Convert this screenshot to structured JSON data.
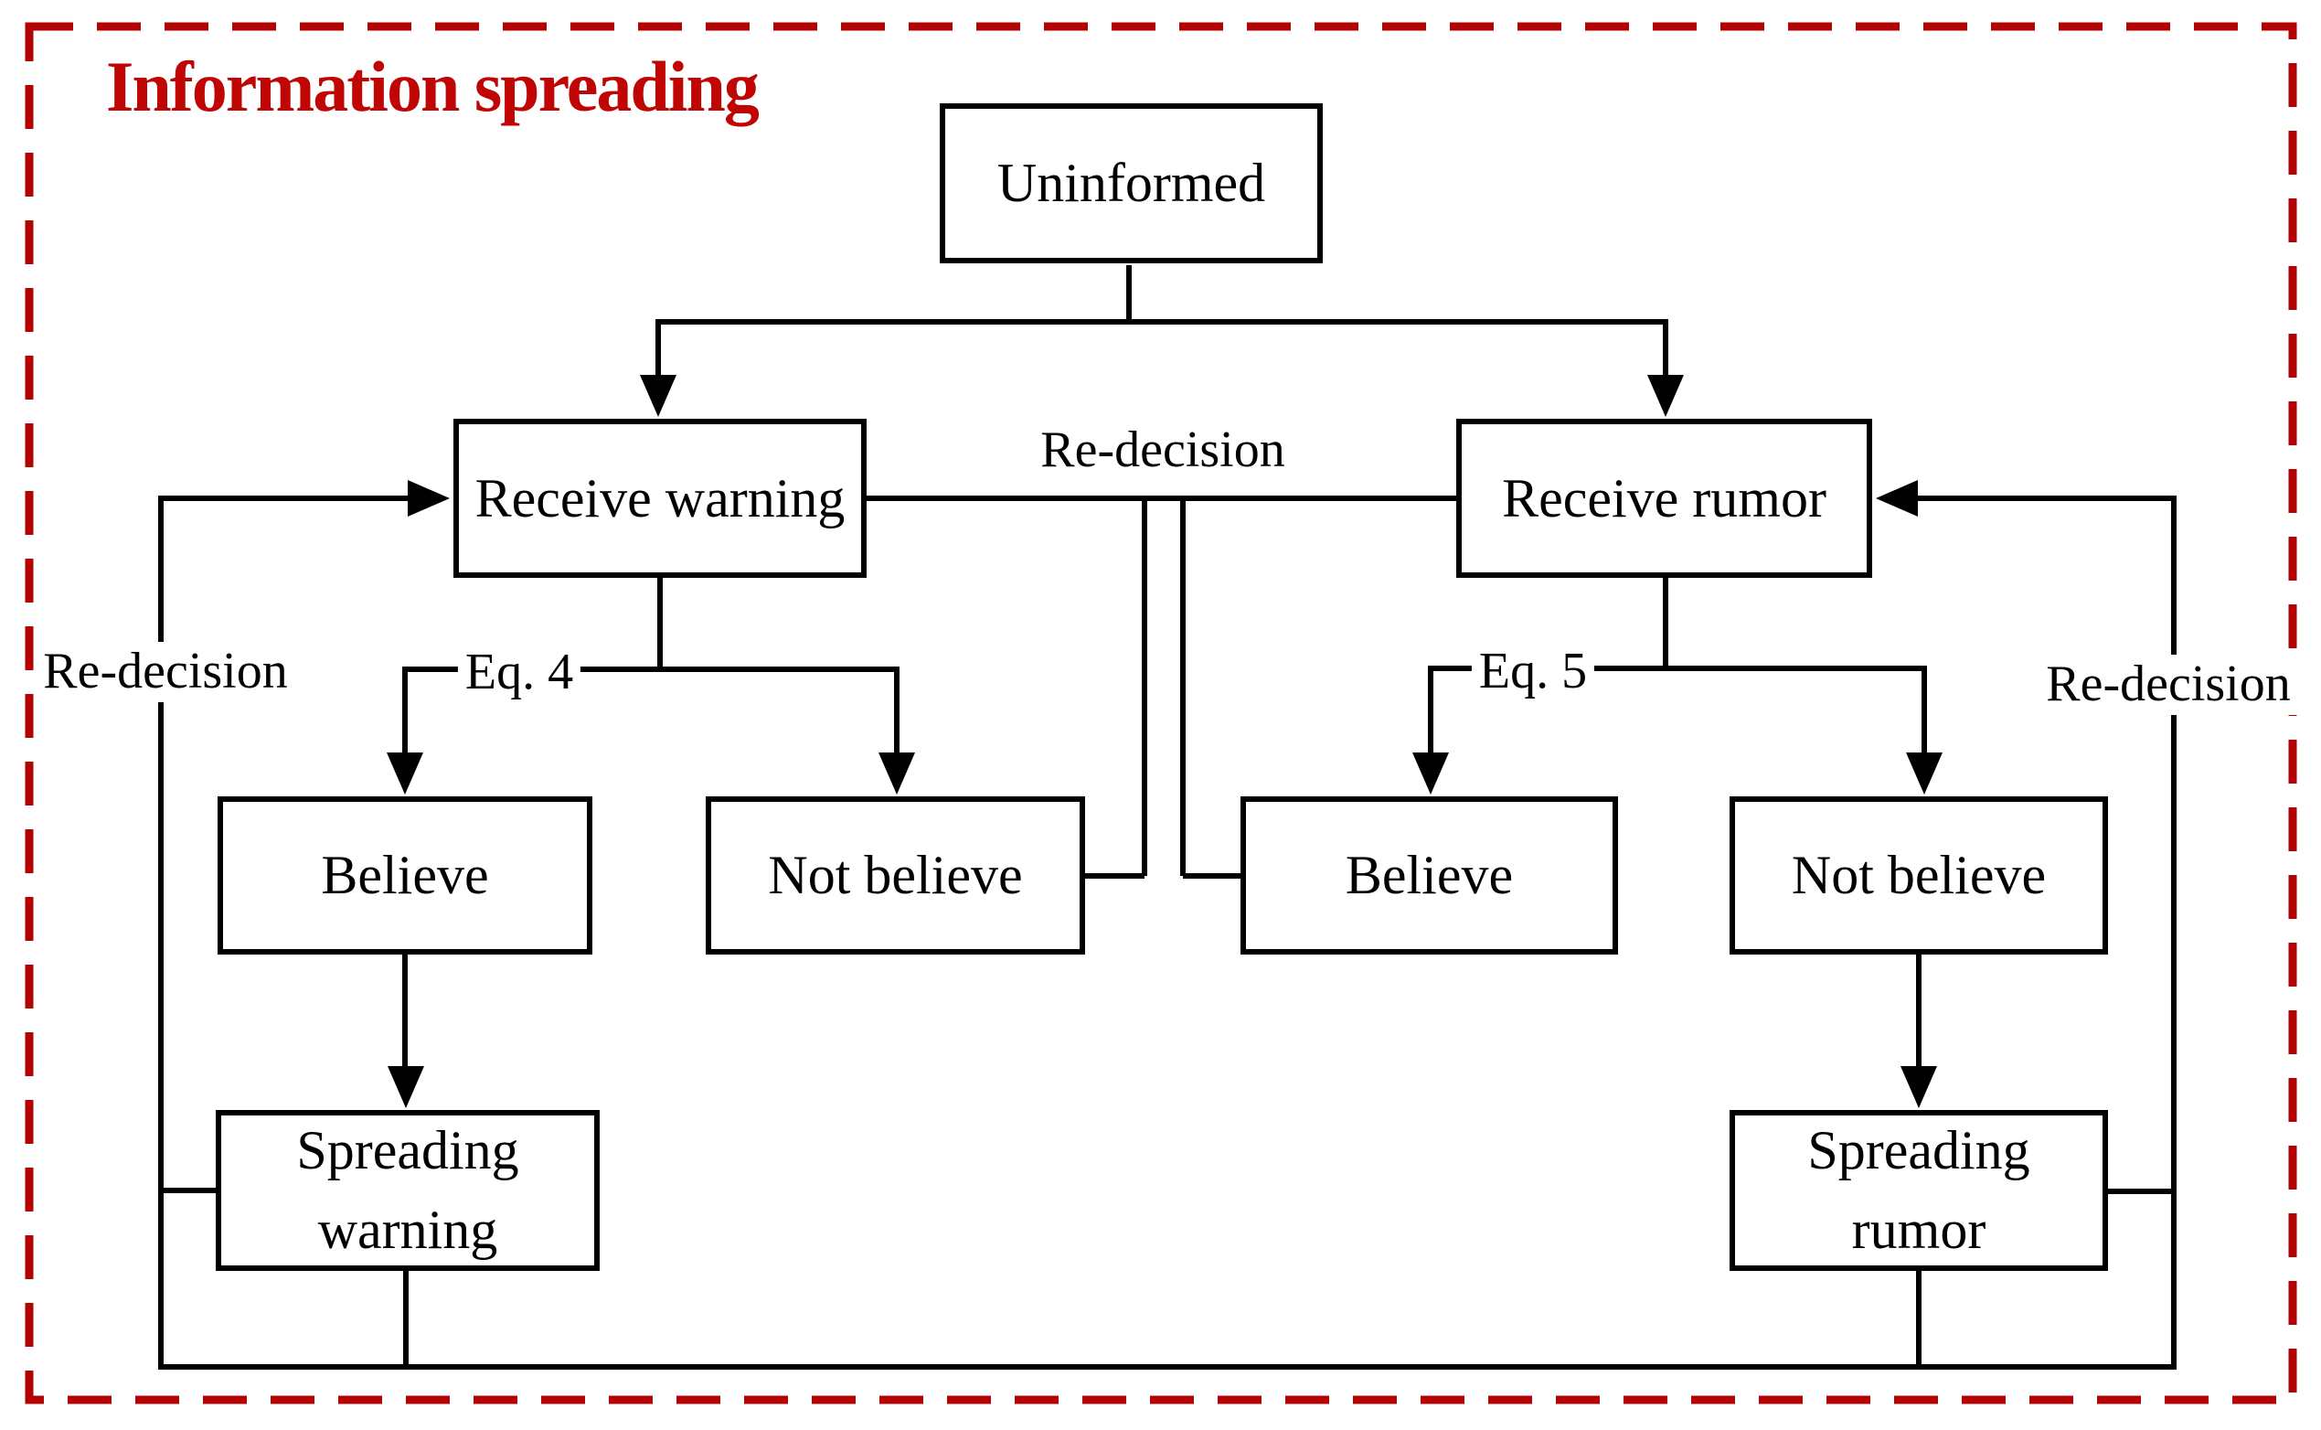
{
  "figure": {
    "title": "Information spreading",
    "title_color": "#c00505",
    "border_color": "#b20202",
    "line_color": "#000000"
  },
  "nodes": {
    "uninformed": {
      "label": "Uninformed"
    },
    "receive_warning": {
      "label": "Receive warning"
    },
    "receive_rumor": {
      "label": "Receive rumor"
    },
    "believe_warning": {
      "label": "Believe"
    },
    "not_believe_warning": {
      "label": "Not believe"
    },
    "believe_rumor": {
      "label": "Believe"
    },
    "not_believe_rumor": {
      "label": "Not believe"
    },
    "spreading_warning": {
      "lines": [
        "Spreading",
        "warning"
      ]
    },
    "spreading_rumor": {
      "lines": [
        "Spreading",
        "rumor"
      ]
    }
  },
  "edge_labels": {
    "re_decision_center": "Re-decision",
    "re_decision_left": "Re-decision",
    "re_decision_right": "Re-decision",
    "eq_4": "Eq. 4",
    "eq_5": "Eq. 5"
  }
}
